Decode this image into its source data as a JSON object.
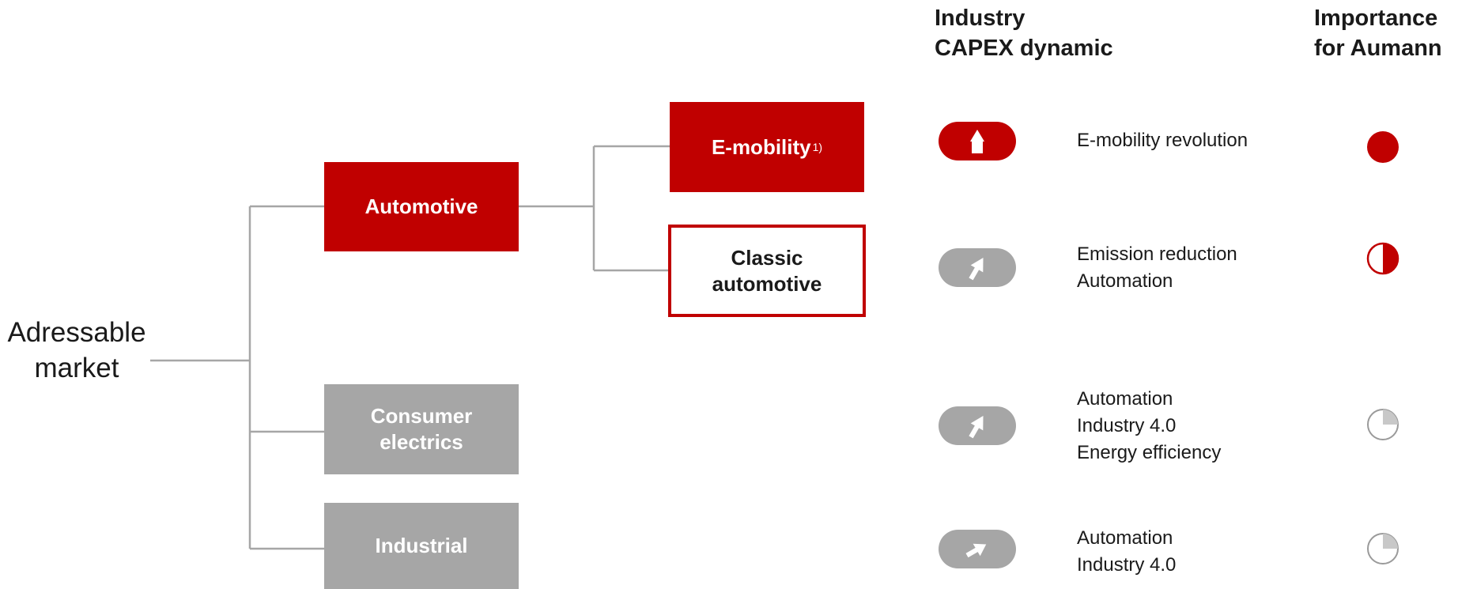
{
  "headers": {
    "capex": "Industry\nCAPEX dynamic",
    "importance": "Importance\nfor Aumann"
  },
  "root": {
    "label": "Adressable\nmarket"
  },
  "segments": {
    "automotive": "Automotive",
    "emobility": "E-mobility",
    "emobility_footnote": "1)",
    "classic": "Classic\nautomotive",
    "consumer": "Consumer\nelectrics",
    "industrial": "Industrial"
  },
  "rows": [
    {
      "capex_trend": "strong-up",
      "pill_color": "#c00000",
      "drivers": [
        "E-mobility revolution"
      ],
      "importance_fill": 1.0
    },
    {
      "capex_trend": "up",
      "pill_color": "#a6a6a6",
      "drivers": [
        "Emission reduction",
        "Automation"
      ],
      "importance_fill": 0.5
    },
    {
      "capex_trend": "up",
      "pill_color": "#a6a6a6",
      "drivers": [
        "Automation",
        "Industry 4.0",
        "Energy efficiency"
      ],
      "importance_fill": 0.25
    },
    {
      "capex_trend": "moderate-up",
      "pill_color": "#a6a6a6",
      "drivers": [
        "Automation",
        "Industry 4.0"
      ],
      "importance_fill": 0.25
    }
  ],
  "colors": {
    "accent_red": "#c00000",
    "neutral_grey": "#a6a6a6",
    "connector": "#a6a6a6"
  }
}
